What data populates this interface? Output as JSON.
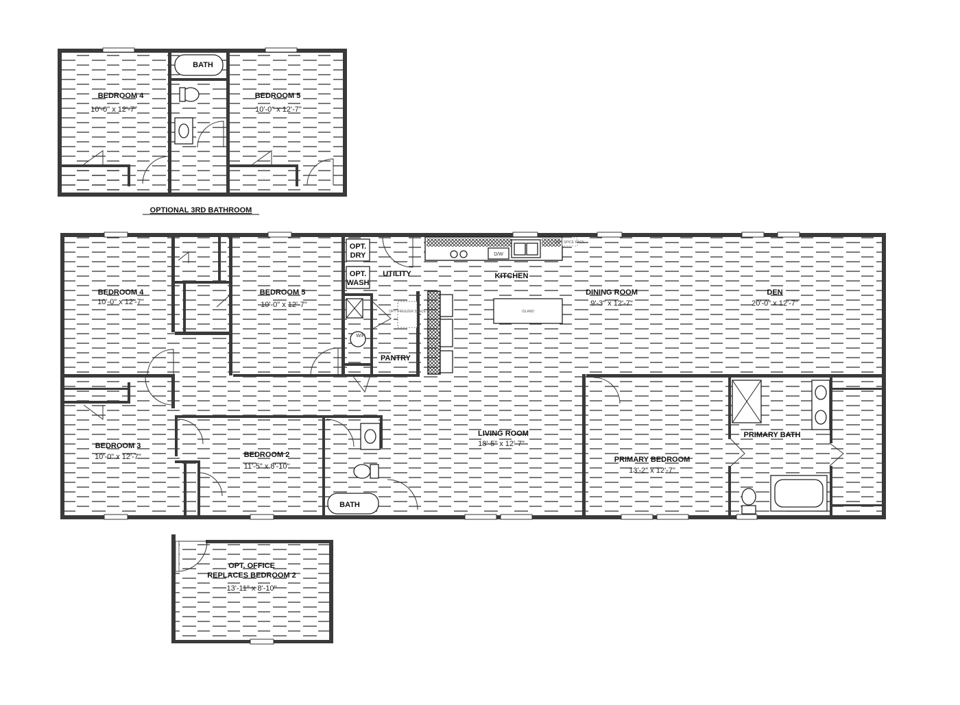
{
  "optional_3rd_bath": {
    "caption": "OPTIONAL 3RD BATHROOM",
    "bedroom4": {
      "name": "BEDROOM 4",
      "dim": "10'-0\" x 12'-7\""
    },
    "bedroom5": {
      "name": "BEDROOM 5",
      "dim": "10'-0\" x 12'-7\""
    },
    "bath": "BATH"
  },
  "main_plan": {
    "bedroom4": {
      "name": "BEDROOM 4",
      "dim": "10'-0\" x 12'-7\""
    },
    "bedroom5": {
      "name": "BEDROOM 5",
      "dim": "10'-0\" x 12'-7\""
    },
    "opt_dry": [
      "OPT.",
      "DRY"
    ],
    "opt_wash": [
      "OPT.",
      "WASH"
    ],
    "utility": "UTILITY",
    "kitchen": "KITCHEN",
    "dw": "D/W",
    "dining": {
      "name": "DINING ROOM",
      "dim": "9'-3\" x 12'-7\""
    },
    "den": {
      "name": "DEN",
      "dim": "20'-0\" x 12'-7\""
    },
    "island": "ISLAND",
    "opt_freezer": "OPT. FREEZER SPACE",
    "opt_spice": "OPT. SPICE RACK",
    "wh": "W/H",
    "pantry": "PANTRY",
    "bedroom3": {
      "name": "BEDROOM 3",
      "dim": "10'-0\" x 12'-7\""
    },
    "bedroom2": {
      "name": "BEDROOM 2",
      "dim": "11'-5\" x 8'-10\""
    },
    "living": {
      "name": "LIVING ROOM",
      "dim": "18'-5\" x 12'-7\""
    },
    "bath": "BATH",
    "primary_bedroom": {
      "name": "PRIMARY BEDROOM",
      "dim": "13'-2\" x 12'-7\""
    },
    "primary_bath": "PRIMARY BATH"
  },
  "opt_office": {
    "name_line1": "OPT. OFFICE",
    "name_line2": "REPLACES BEDROOM 2",
    "dim": "13'-11\" x 8'-10\""
  }
}
